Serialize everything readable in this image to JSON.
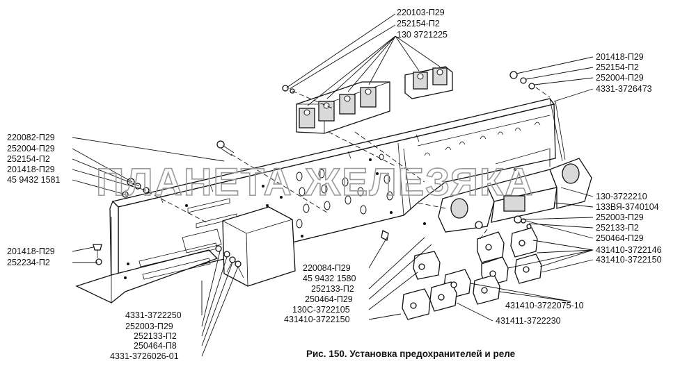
{
  "caption": "Рис. 150. Установка предохранителей и реле",
  "watermark": "ПЛАНЕТА ЖЕЛЕЗЯКА",
  "labels": {
    "top_a": "220103-П29",
    "top_b": "252154-П2",
    "top_c": "130 3721225",
    "right_a": "201418-П29",
    "right_b": "252154-П2",
    "right_c": "252004-П29",
    "right_d": "4331-3726473",
    "left_a": "220082-П29",
    "left_b": "252004-П29",
    "left_c": "252154-П2",
    "left_d": "201418-П29",
    "left_e": "45 9432 1581",
    "left_f": "201418-П29",
    "left_g": "252234-П2",
    "mid_a": "220084-П29",
    "mid_b": "45 9432 1580",
    "mid_c": "252133-П2",
    "mid_d": "250464-П29",
    "mid_e": "130С-3722105",
    "mid_f": "431410-3722150",
    "r2_a": "130-3722210",
    "r2_b": "133ВЯ-3740104",
    "r2_c": "252003-П29",
    "r2_d": "252133-П2",
    "r2_e": "250464-П29",
    "r2_f": "431410-3722146",
    "r2_g": "431410-3722150",
    "r2_h": "431410-3722075-10",
    "r2_i": "431411-3722230",
    "bot_a": "4331-3722250",
    "bot_b": "252003-П29",
    "bot_c": "252133-П2",
    "bot_d": "250464-П8",
    "bot_e": "4331-3726026-01"
  }
}
